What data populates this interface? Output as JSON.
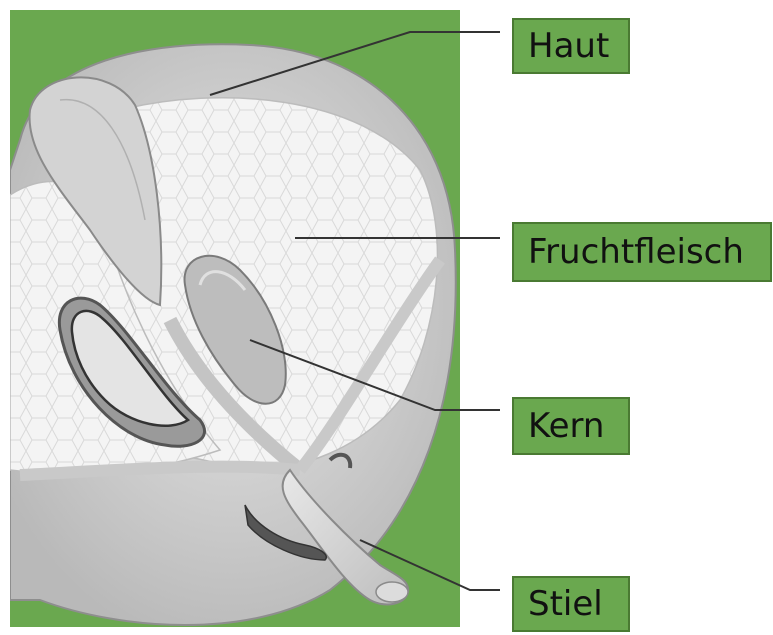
{
  "colors": {
    "green_panel": "#6aa84f",
    "label_fill": "#6aa84f",
    "leader_line": "#333333",
    "flesh": "#f3f3f3",
    "skin": "#cfcfcf"
  },
  "labels": {
    "haut": "Haut",
    "fruchtfleisch": "Fruchtfleisch",
    "kern": "Kern",
    "stiel": "Stiel"
  }
}
